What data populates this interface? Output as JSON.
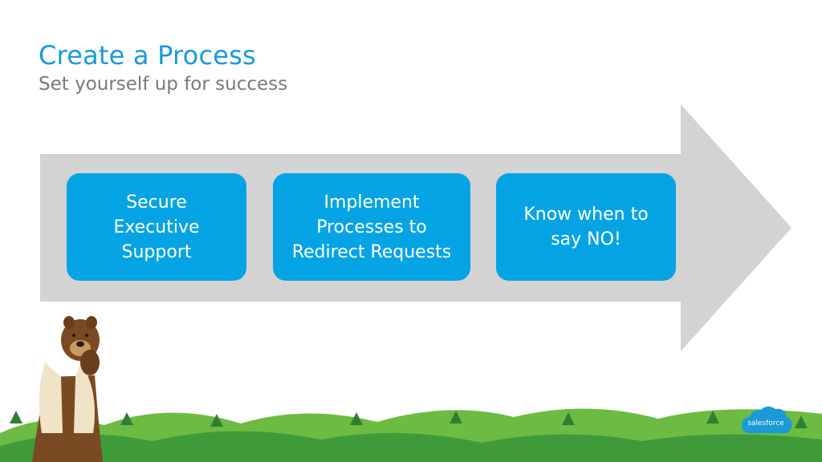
{
  "slide": {
    "title": "Create a Process",
    "subtitle": "Set yourself up for success"
  },
  "steps": [
    {
      "label": "Secure\nExecutive\nSupport"
    },
    {
      "label": "Implement\nProcesses to\nRedirect Requests"
    },
    {
      "label": "Know when to\nsay NO!"
    }
  ],
  "brand": {
    "logo_text": "salesforce"
  },
  "colors": {
    "title": "#1a9ad6",
    "subtitle": "#7a7a7a",
    "step_box": "#04a4e4",
    "arrow": "#d3d3d3",
    "hills_dark": "#3f9b3a",
    "hills_light": "#6dbb43",
    "logo": "#1a9ad6"
  },
  "icons": {
    "mascot": "bear-mascot-icon",
    "logo": "salesforce-cloud-logo-icon"
  }
}
